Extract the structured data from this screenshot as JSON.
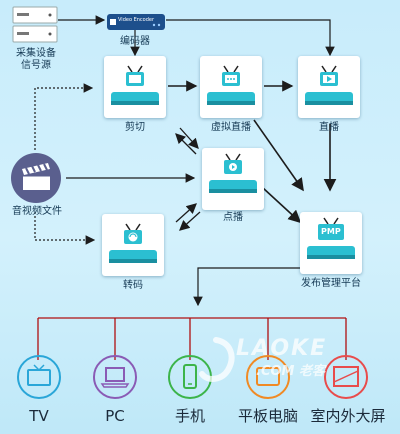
{
  "nodes": {
    "source": "采集设备\n信号源",
    "encoder": "编码器",
    "encoder_badge": "Video Encoder",
    "clip": "剪切",
    "virtual_live": "虚拟直播",
    "live": "直播",
    "vod": "点播",
    "media_file": "音视频文件",
    "transcode": "转码",
    "publish": "发布管理平台",
    "pmp_badge": "PMP"
  },
  "devices": [
    {
      "label": "TV",
      "icon": "tv-icon",
      "color": "#2aa6d8"
    },
    {
      "label": "PC",
      "icon": "laptop-icon",
      "color": "#8a5bb5"
    },
    {
      "label": "手机",
      "icon": "phone-icon",
      "color": "#3cb44a"
    },
    {
      "label": "平板电脑",
      "icon": "tablet-icon",
      "color": "#f08a24"
    },
    {
      "label": "室内外大屏",
      "icon": "screen-icon",
      "color": "#e84c4c"
    }
  ],
  "watermark": {
    "brand": "LAOKE",
    "sub": ".COM 老客"
  },
  "colors": {
    "teal": "#2bbfd1",
    "line": "#1c1c1c"
  }
}
